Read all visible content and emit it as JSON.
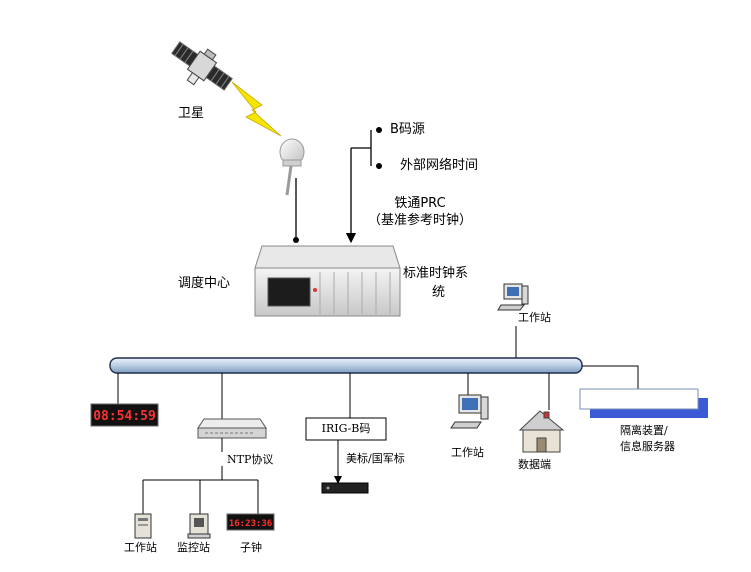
{
  "labels": {
    "satellite": "卫星",
    "b_code_source": "B码源",
    "external_network_time": "外部网络时间",
    "prc_line1": "铁通PRC",
    "prc_line2": "（基准参考时钟）",
    "dispatch_center": "调度中心",
    "standard_clock_line1": "标准时钟系",
    "standard_clock_line2": "统",
    "workstation_top": "工作站",
    "clock_display_main": "08:54:59",
    "ntp_protocol": "NTP协议",
    "irig_b_box": "IRIG-B码",
    "us_military_std": "美标/国军标",
    "workstation_mid": "工作站",
    "data_terminal": "数据端",
    "isolation_line1": "隔离装置/",
    "isolation_line2": "信息服务器",
    "workstation_bottom": "工作站",
    "monitor_station": "监控站",
    "sub_clock": "子钟",
    "clock_display_sub": "16:23:36"
  },
  "colors": {
    "bus_fill": "#c9d8ea",
    "bus_stroke": "#1f2f4f",
    "lightning": "#f5e600",
    "clock_digits": "#ff3030",
    "isolation_shadow": "#3a5ad6"
  }
}
